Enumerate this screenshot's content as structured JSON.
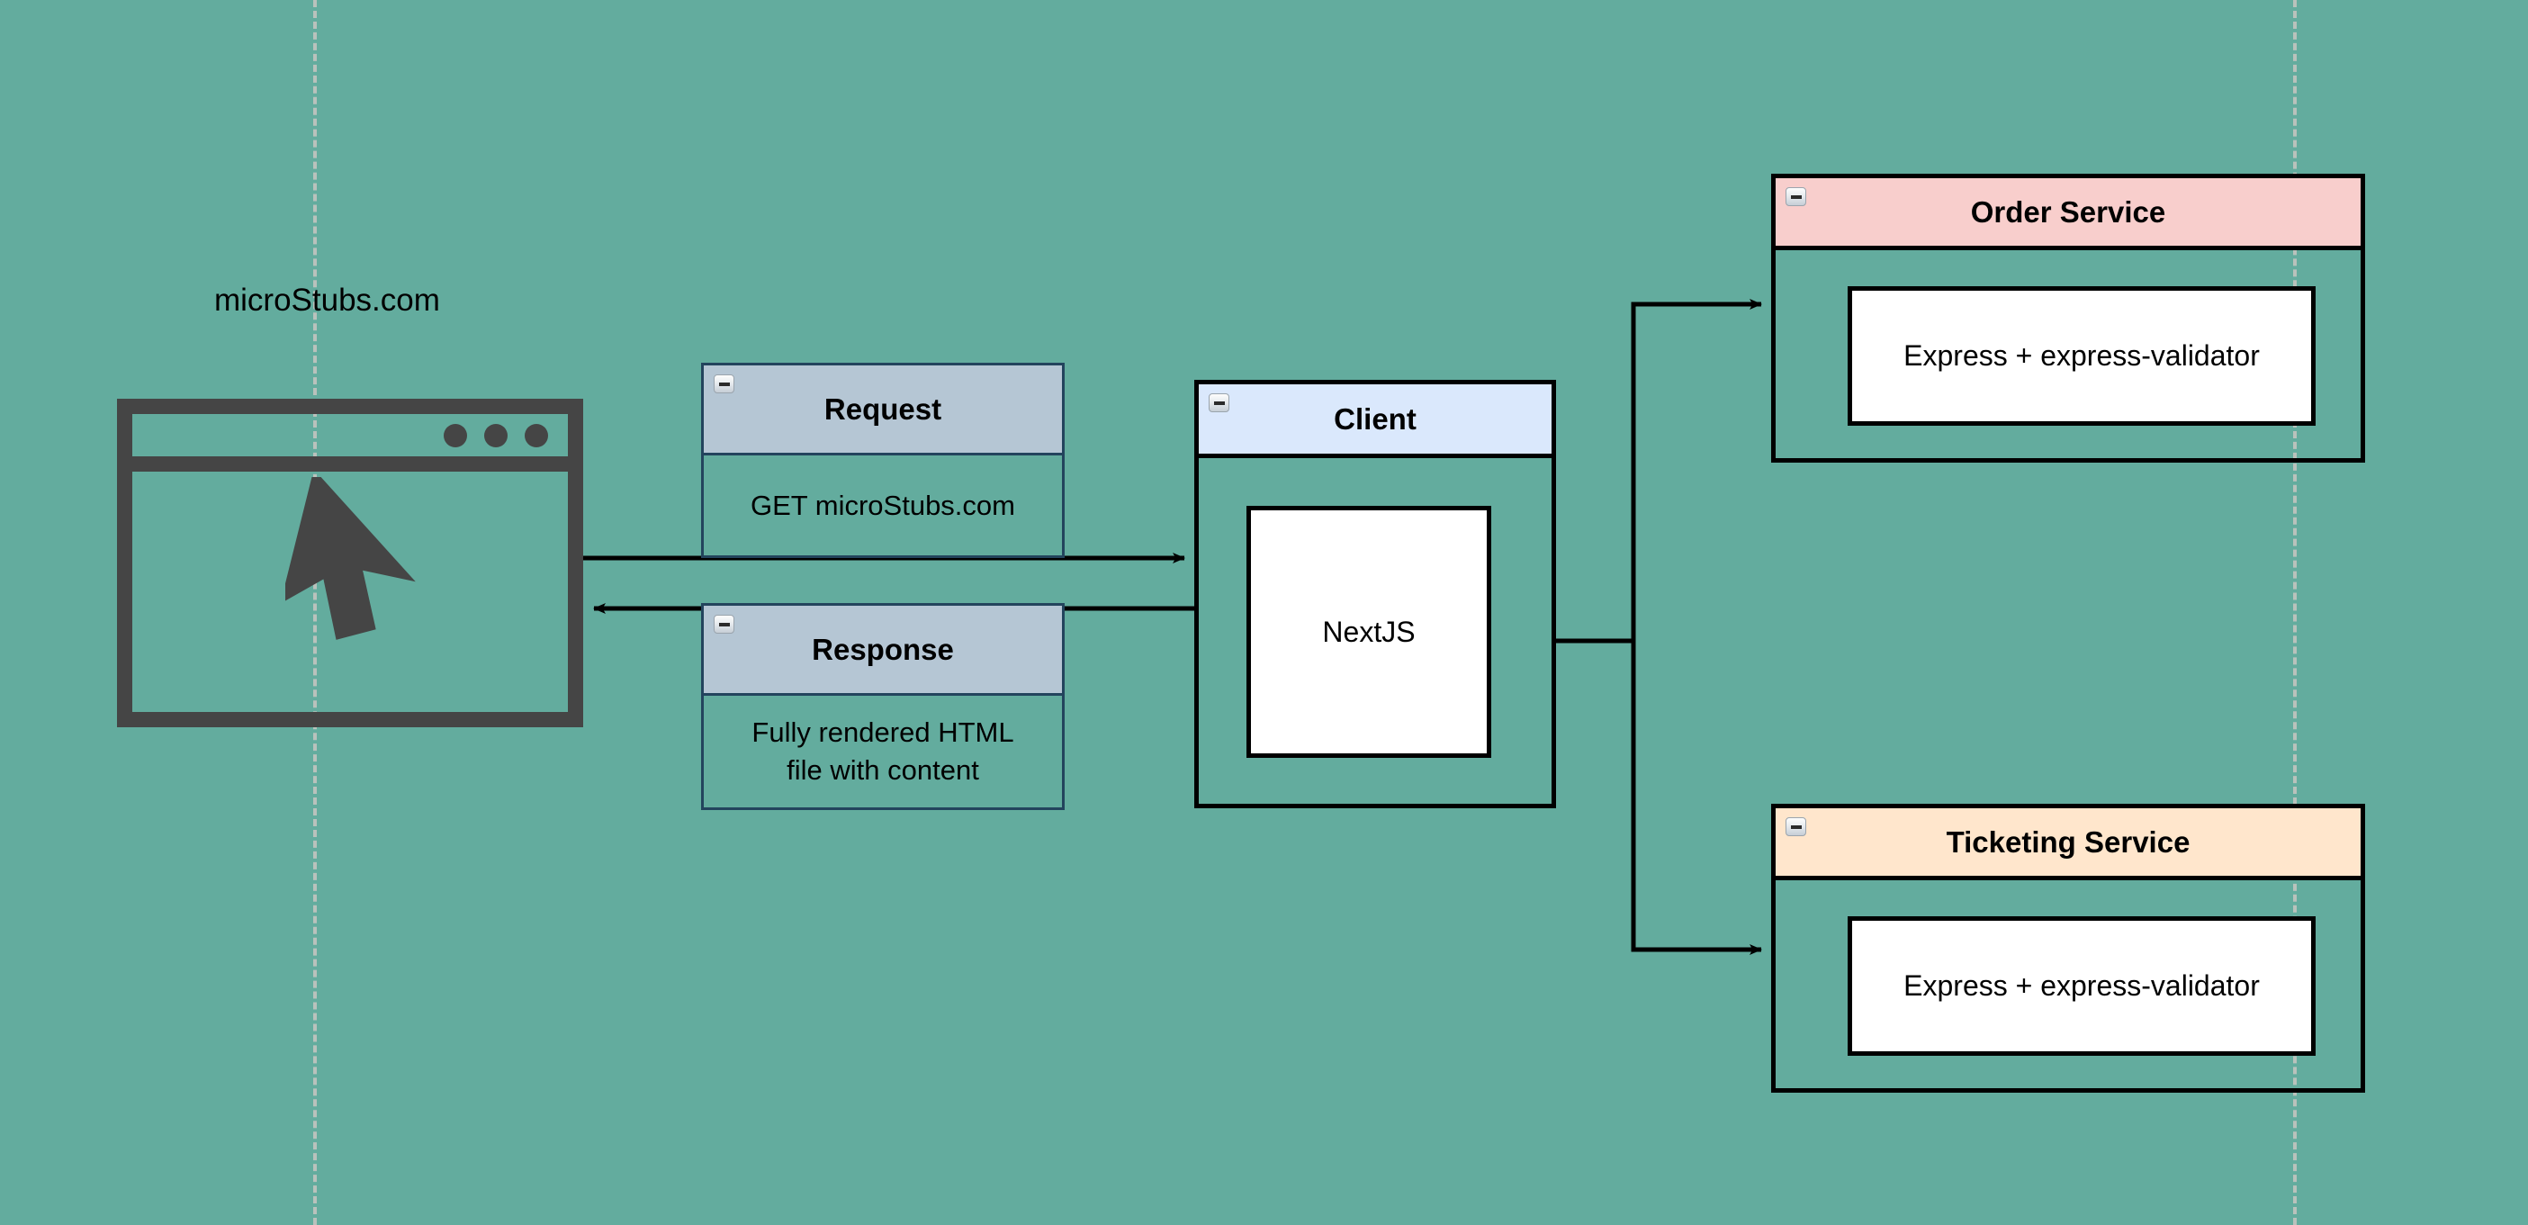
{
  "diagram": {
    "background_color": "#63ac9e",
    "guide_color": "#c9c6c2",
    "site_label": "microStubs.com"
  },
  "browser": {
    "name": "browser-window",
    "frame_color": "#454545",
    "dot_count": 3,
    "cursor": "arrow-cursor"
  },
  "nodes": {
    "request": {
      "title": "Request",
      "body": "GET microStubs.com",
      "header_color": "#b5c6d4",
      "border_color": "#23445d",
      "collapse": "collapse-icon"
    },
    "response": {
      "title": "Response",
      "body_line1": "Fully rendered HTML",
      "body_line2": "file with content",
      "header_color": "#b5c6d4",
      "border_color": "#23445d",
      "collapse": "collapse-icon"
    },
    "client": {
      "title": "Client",
      "inner": "NextJS",
      "header_color": "#dae8fc",
      "border_color": "#000000",
      "collapse": "collapse-icon"
    },
    "order_service": {
      "title": "Order Service",
      "inner": "Express + express-validator",
      "header_color": "#f8cecc",
      "border_color": "#000000",
      "collapse": "collapse-icon"
    },
    "ticketing_service": {
      "title": "Ticketing Service",
      "inner": "Express + express-validator",
      "header_color": "#ffe6cc",
      "border_color": "#000000",
      "collapse": "collapse-icon"
    }
  },
  "edges": [
    {
      "name": "browser-to-client",
      "from": "browser",
      "to": "client",
      "direction": "right"
    },
    {
      "name": "client-to-browser",
      "from": "client",
      "to": "browser",
      "direction": "left"
    },
    {
      "name": "client-to-order-service",
      "from": "client",
      "to": "order_service",
      "direction": "right"
    },
    {
      "name": "client-to-ticketing-service",
      "from": "client",
      "to": "ticketing_service",
      "direction": "right"
    }
  ]
}
